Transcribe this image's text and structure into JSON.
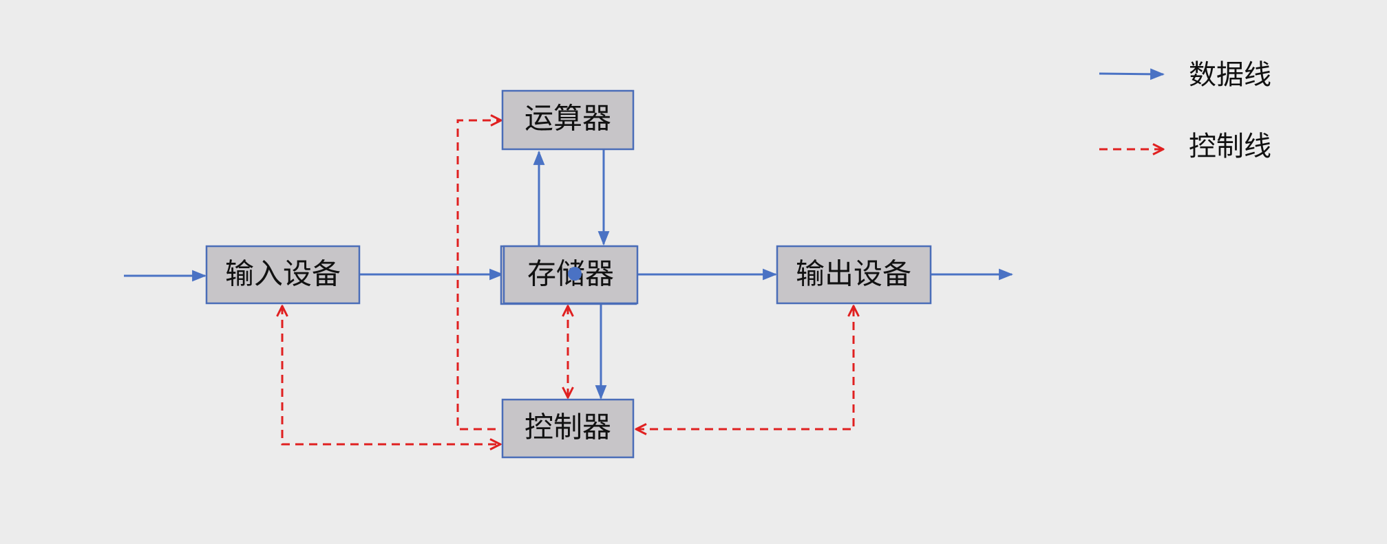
{
  "nodes": {
    "input": "输入设备",
    "alu": "运算器",
    "memory": "存储器",
    "output": "输出设备",
    "controller": "控制器"
  },
  "legend": {
    "data_label": "数据线",
    "control_label": "控制线"
  },
  "colors": {
    "data_line": "#4a72c4",
    "control_line": "#e02020",
    "box_fill": "#c7c5c8",
    "box_border": "#4a6db8",
    "background": "#ececec"
  }
}
